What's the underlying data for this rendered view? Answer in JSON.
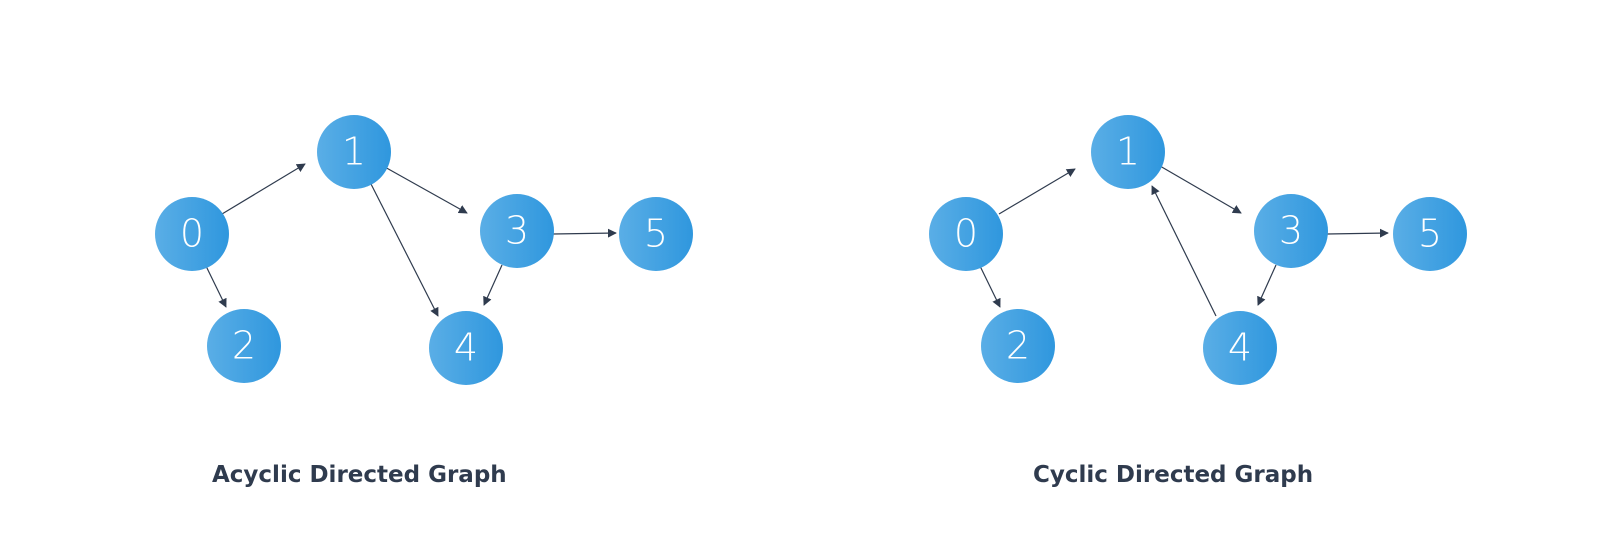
{
  "colors": {
    "node_fill_light": "#5aaee6",
    "node_fill_dark": "#2f97de",
    "node_text": "#ffffff",
    "edge": "#2f3b4e",
    "title": "#2f3b4e",
    "background": "#ffffff"
  },
  "graphs": [
    {
      "id": "acyclic",
      "title": "Acyclic Directed Graph",
      "nodes": [
        "0",
        "1",
        "2",
        "3",
        "4",
        "5"
      ],
      "edges": [
        {
          "from": "0",
          "to": "1"
        },
        {
          "from": "0",
          "to": "2"
        },
        {
          "from": "1",
          "to": "3"
        },
        {
          "from": "1",
          "to": "4"
        },
        {
          "from": "3",
          "to": "5"
        },
        {
          "from": "3",
          "to": "4"
        }
      ]
    },
    {
      "id": "cyclic",
      "title": "Cyclic Directed Graph",
      "nodes": [
        "0",
        "1",
        "2",
        "3",
        "4",
        "5"
      ],
      "edges": [
        {
          "from": "0",
          "to": "1"
        },
        {
          "from": "0",
          "to": "2"
        },
        {
          "from": "1",
          "to": "3"
        },
        {
          "from": "4",
          "to": "1"
        },
        {
          "from": "3",
          "to": "5"
        },
        {
          "from": "3",
          "to": "4"
        }
      ]
    }
  ]
}
